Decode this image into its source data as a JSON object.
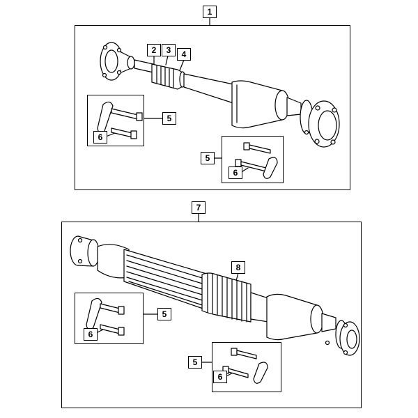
{
  "callouts": {
    "c1": "1",
    "c2": "2",
    "c3": "3",
    "c4": "4",
    "c5a": "5",
    "c6a": "6",
    "c5b": "5",
    "c6b": "6",
    "c7": "7",
    "c8": "8",
    "c5c": "5",
    "c6c": "6",
    "c5d": "5",
    "c6d": "6"
  },
  "colors": {
    "line": "#000000",
    "background": "#ffffff"
  }
}
